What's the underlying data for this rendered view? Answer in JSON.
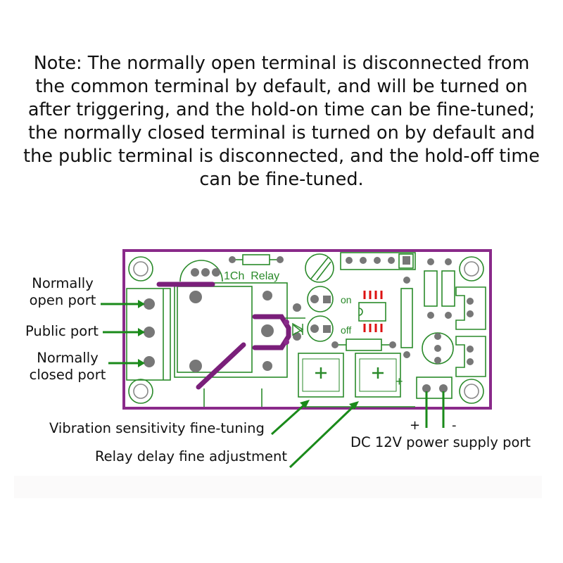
{
  "note": {
    "lines": [
      "Note: The normally open terminal is disconnected from",
      "the common terminal by default, and will be turned on",
      "after triggering, and the hold-on time can be fine-tuned;",
      "the normally closed terminal is turned on by default and",
      "the public terminal is disconnected, and the hold-off time",
      "can be fine-tuned."
    ]
  },
  "board": {
    "relay_label": "1Ch  Relay",
    "on_label": "on",
    "off_label": "off",
    "plus_mark": "+",
    "power_plus": "+",
    "power_minus": "-"
  },
  "labels": {
    "normally_open": [
      "Normally",
      "open port"
    ],
    "public": "Public port",
    "normally_closed": [
      "Normally",
      "closed port"
    ],
    "vibration": "Vibration sensitivity fine-tuning",
    "relay_delay": "Relay delay fine adjustment",
    "dc_power": "DC 12V power supply port"
  },
  "colors": {
    "board_outline": "#8a2a8a",
    "silkscreen": "#2a8a2a",
    "pad": "#777777",
    "trace": "#7a1f7a",
    "leader": "#1a8a1a",
    "led": "#dd1111"
  }
}
